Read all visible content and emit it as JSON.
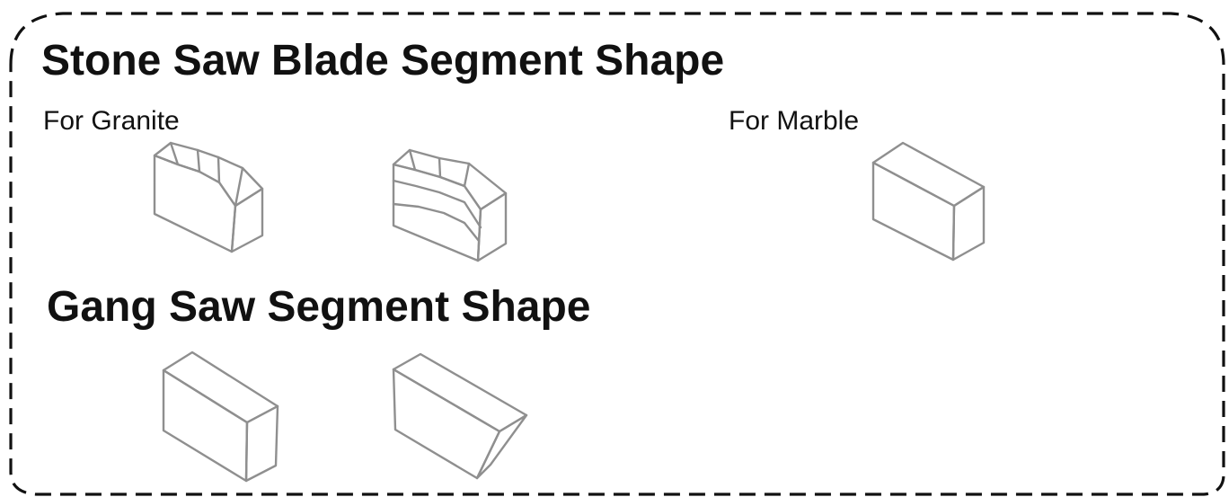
{
  "diagram": {
    "title": "Stone Saw Blade Segment Shape",
    "sections": [
      {
        "label": "For Granite",
        "shapes": [
          "granite-segment-shape-1",
          "granite-segment-shape-2"
        ]
      },
      {
        "label": "For Marble",
        "shapes": [
          "marble-segment-shape"
        ]
      }
    ],
    "gang_saw_title": "Gang Saw Segment Shape",
    "gang_saw_shapes": [
      "gang-saw-segment-shape-1",
      "gang-saw-segment-shape-2"
    ],
    "colors": {
      "border": "#111111",
      "text": "#111111",
      "shape_stroke": "#8f8f8f"
    }
  }
}
